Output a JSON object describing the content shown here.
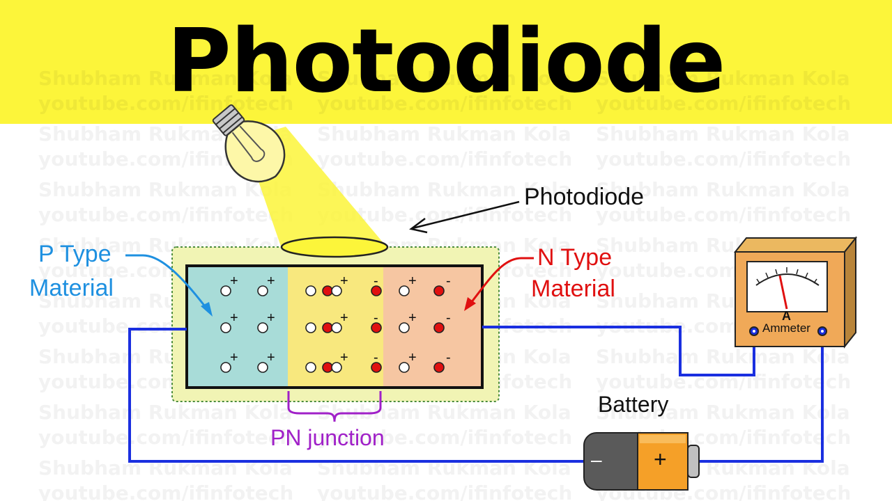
{
  "header": {
    "title": "Photodiode",
    "background": "#fcf53a"
  },
  "watermark": {
    "line1": "Shubham Rukman Kola",
    "line2": "youtube.com/ifinfotech"
  },
  "labels": {
    "photodiode": "Photodiode",
    "p_type_line1": "P Type",
    "p_type_line2": "Material",
    "n_type_line1": "N Type",
    "n_type_line2": "Material",
    "pn_junction": "PN junction",
    "battery": "Battery",
    "ammeter": "Ammeter",
    "ammeter_unit": "A",
    "battery_minus": "–",
    "battery_plus": "+"
  },
  "colors": {
    "p_region": "#a8dcd8",
    "n_region": "#f6c6a2",
    "junction_light": "#f8e87e",
    "wire": "#1a2fe0",
    "p_label": "#1e90e0",
    "n_label": "#e01010",
    "junction_label": "#a020c8",
    "light_beam": "#fcf53a"
  }
}
